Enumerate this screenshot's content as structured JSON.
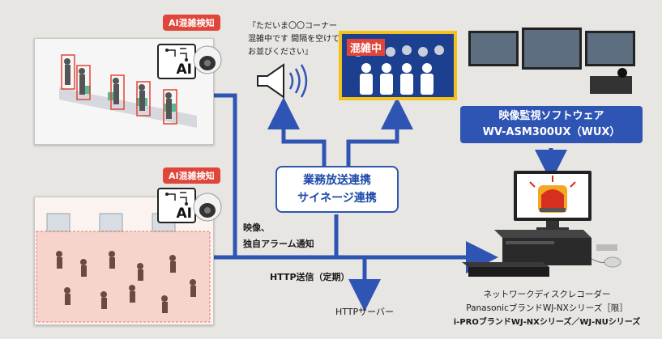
{
  "badges": {
    "top": "AI混雑検知",
    "bottom": "AI混雑検知"
  },
  "ai_label_top": "AI",
  "ai_label_bottom": "AI",
  "speaker_text": [
    "『ただいま〇〇コーナー",
    "混雑中です 間隔を空けて",
    "お並びください』"
  ],
  "signage_label": "混雑中",
  "vms": {
    "line1": "映像監視ソフトウェア",
    "line2": "WV-ASM300UX（WUX）"
  },
  "link_box": {
    "line1": "業務放送連携",
    "line2": "サイネージ連携"
  },
  "video_alarm": {
    "line1": "映像、",
    "line2": "独自アラーム通知"
  },
  "http_label": "HTTP送信（定期）",
  "http_server": "HTTPサーバー",
  "recorder": {
    "line1": "ネットワークディスクレコーダー",
    "line2": "PanasonicブランドWJ-NXシリーズ［限］",
    "line3": "i-PROブランドWJ-NXシリーズ／WJ-NUシリーズ"
  },
  "colors": {
    "accent_blue": "#2f55b4",
    "badge_red": "#e0453a",
    "signage_yellow": "#f3c21a"
  }
}
